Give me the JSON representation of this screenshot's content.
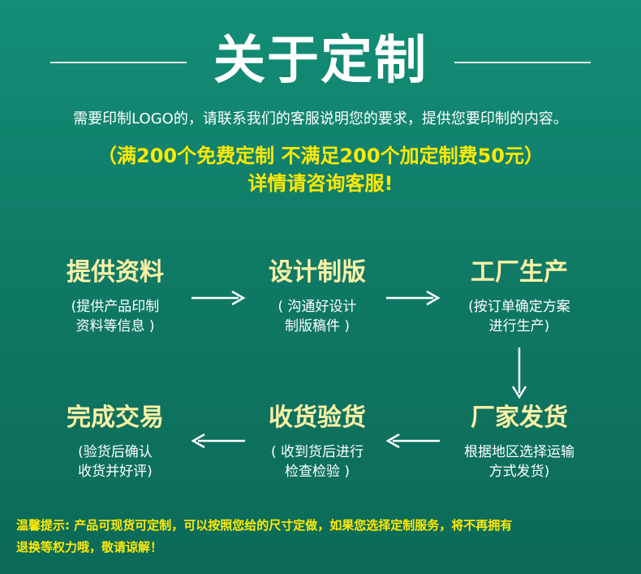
{
  "header": {
    "title": "关于定制"
  },
  "intro": "需要印制LOGO的，请联系我们的客服说明您的要求，提供您要印制的内容。",
  "promo": {
    "line1": "（满200个免费定制 不满足200个加定制费50元）",
    "line2": "详情请咨询客服!"
  },
  "steps": [
    {
      "title": "提供资料",
      "desc1": "(提供产品印制",
      "desc2": "资料等信息 )"
    },
    {
      "title": "设计制版",
      "desc1": "( 沟通好设计",
      "desc2": "制版稿件 )"
    },
    {
      "title": "工厂生产",
      "desc1": "(按订单确定方案",
      "desc2": "进行生产)"
    },
    {
      "title": "厂家发货",
      "desc1": "根据地区选择运输",
      "desc2": "方式发货)"
    },
    {
      "title": "收货验货",
      "desc1": "( 收到货后进行",
      "desc2": "检查检验 )"
    },
    {
      "title": "完成交易",
      "desc1": "(验货后确认",
      "desc2": "收货并好评)"
    }
  ],
  "notice": {
    "line1": "温馨提示: 产品可现货可定制，可以按照您给的尺寸定做，如果您选择定制服务，将不再拥有",
    "line2": "退换等权力哦，敬请谅解！"
  },
  "colors": {
    "background": "#0f7a66",
    "accent": "#ffea00",
    "step_title": "#fff2a6"
  }
}
